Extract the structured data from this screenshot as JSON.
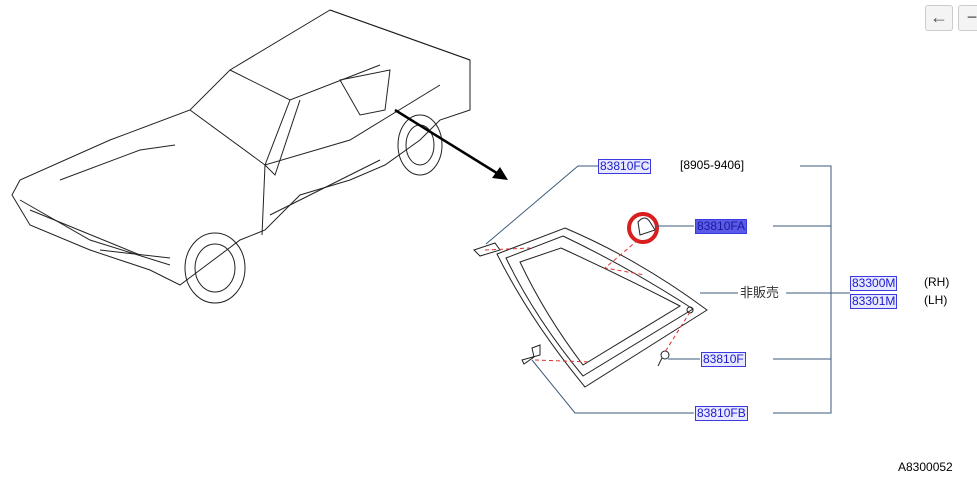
{
  "nav": {
    "back_icon": "arrow-left-icon",
    "back_label": "←",
    "minus_icon": "minus-icon",
    "minus_label": "−"
  },
  "parts": {
    "p83810FC": "83810FC",
    "date_range": "[8905-9406]",
    "p83810FA": "83810FA",
    "not_sold": "非販売",
    "p83300M": "83300M",
    "rh": "(RH)",
    "p83301M": "83301M",
    "lh": "(LH)",
    "p83810F": "83810F",
    "p83810FB": "83810FB"
  },
  "diagram_id": "A8300052",
  "colors": {
    "link": "#1a1ad0",
    "highlight": "#5a5ae8",
    "circle": "#d81e1e",
    "leader": "#3a5a7a",
    "dashed": "#e03030"
  }
}
